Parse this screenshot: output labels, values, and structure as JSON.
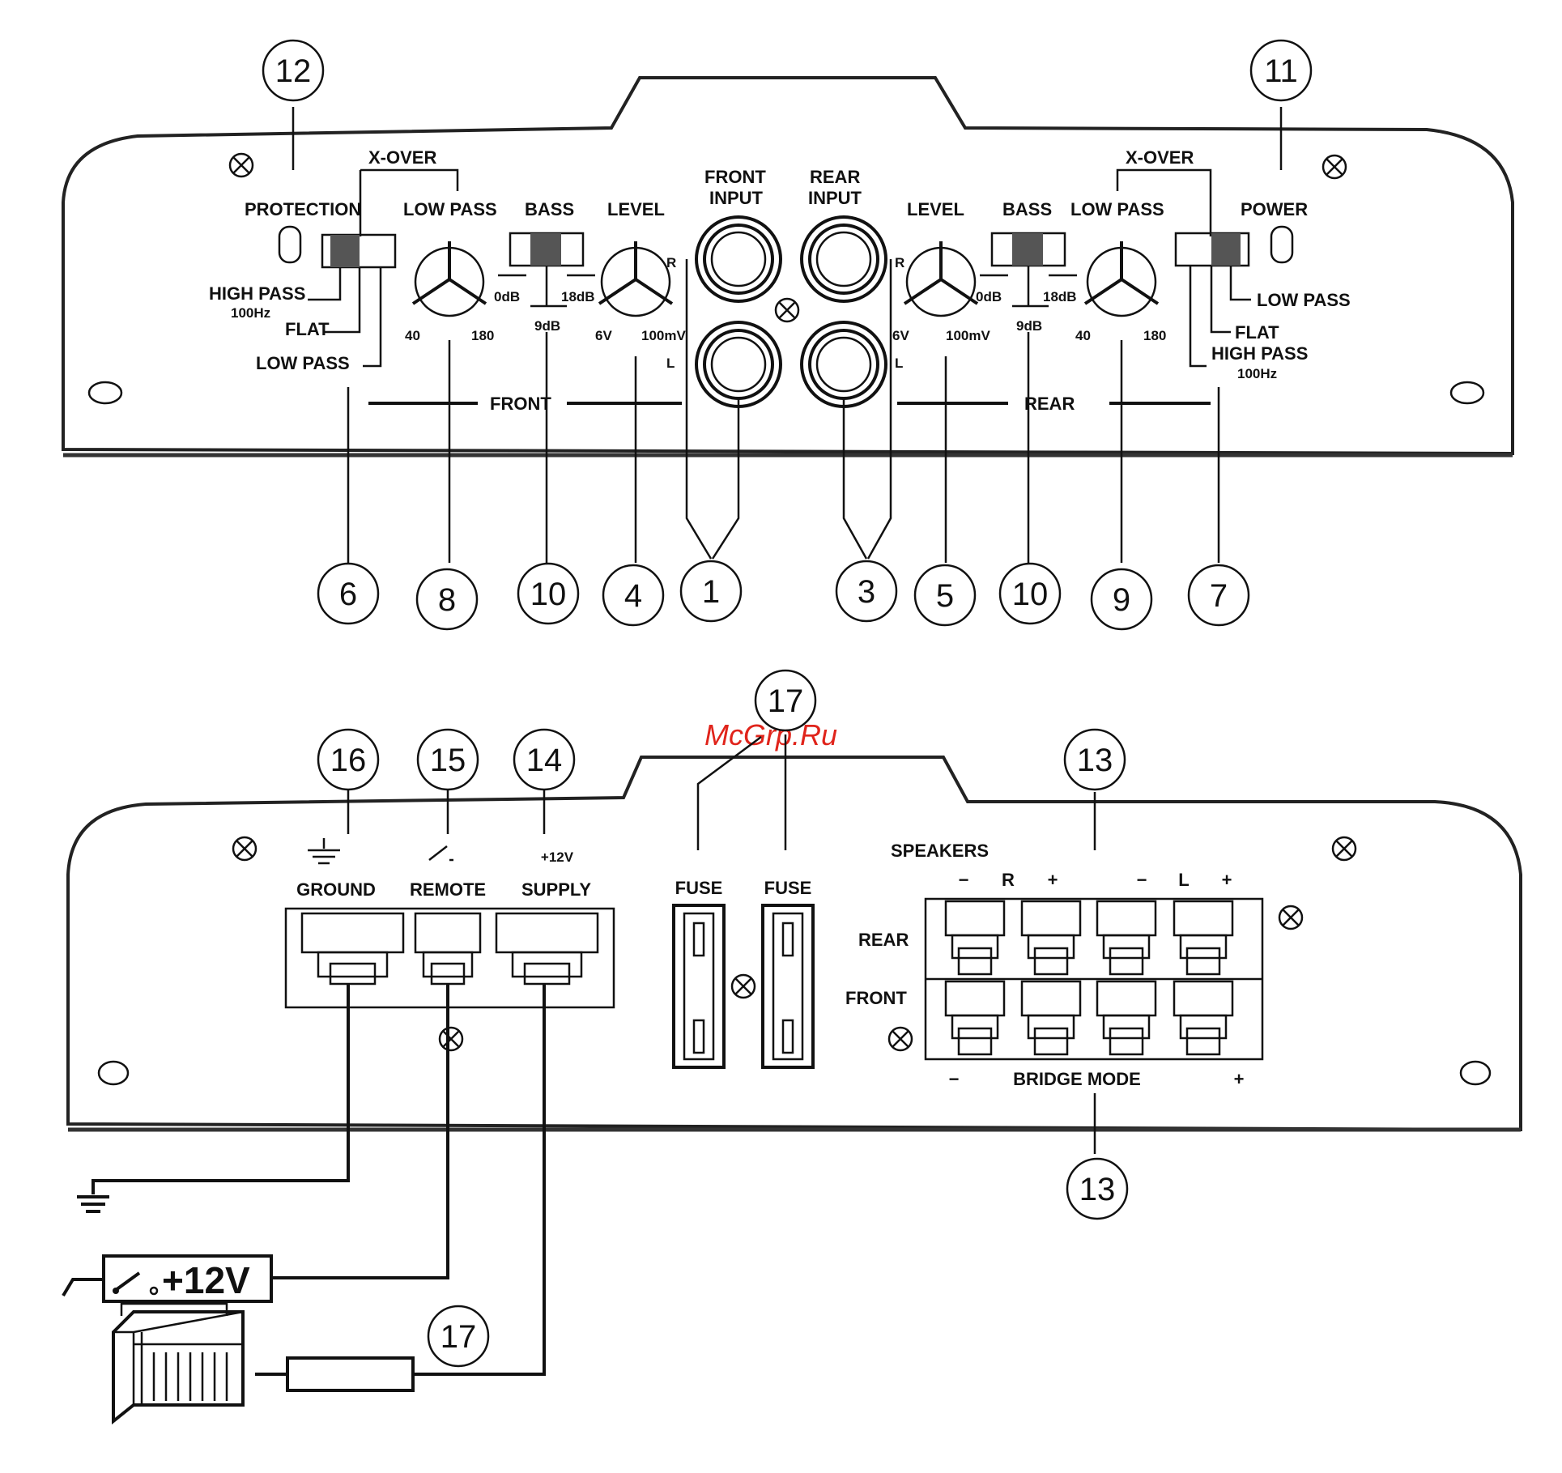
{
  "watermark": "McGrp.Ru",
  "top_panel": {
    "protection": "PROTECTION",
    "power": "POWER",
    "xover_left": "X-OVER",
    "xover_right": "X-OVER",
    "low_pass_left": "LOW PASS",
    "bass_left": "BASS",
    "level_left": "LEVEL",
    "front_input_1": "FRONT",
    "front_input_2": "INPUT",
    "rear_input_1": "REAR",
    "rear_input_2": "INPUT",
    "level_right": "LEVEL",
    "bass_right": "BASS",
    "low_pass_right": "LOW PASS",
    "high_pass_left": "HIGH PASS",
    "hz_left": "100Hz",
    "flat_left": "FLAT",
    "low_pass_sw_left": "LOW PASS",
    "low_pass_sw_right": "LOW PASS",
    "flat_right": "FLAT",
    "high_pass_right": "HIGH PASS",
    "hz_right": "100Hz",
    "freq_40_left": "40",
    "freq_180_left": "180",
    "db0_left": "0dB",
    "db18_left": "18dB",
    "db9_left": "9dB",
    "v6_left": "6V",
    "mv_left": "100mV",
    "r_left": "R",
    "l_left": "L",
    "r_right": "R",
    "l_right": "L",
    "v6_right": "6V",
    "mv_right": "100mV",
    "db0_right": "0dB",
    "db18_right": "18dB",
    "db9_right": "9dB",
    "freq_40_right": "40",
    "freq_180_right": "180",
    "front": "FRONT",
    "rear": "REAR",
    "callout_12": "12",
    "callout_11": "11",
    "callout_6": "6",
    "callout_8": "8",
    "callout_10a": "10",
    "callout_4": "4",
    "callout_1": "1",
    "callout_3": "3",
    "callout_5": "5",
    "callout_10b": "10",
    "callout_9": "9",
    "callout_7": "7"
  },
  "bottom_panel": {
    "callout_17_top": "17",
    "callout_16": "16",
    "callout_15": "15",
    "callout_14": "14",
    "callout_13_top": "13",
    "callout_13_bottom": "13",
    "callout_17_bottom": "17",
    "plus12v_small": "+12V",
    "ground": "GROUND",
    "remote": "REMOTE",
    "supply": "SUPPLY",
    "fuse_1": "FUSE",
    "fuse_2": "FUSE",
    "speakers": "SPEAKERS",
    "minus_1": "−",
    "r": "R",
    "plus_1": "+",
    "minus_2": "−",
    "l": "L",
    "plus_2": "+",
    "rear": "REAR",
    "front": "FRONT",
    "bridge_minus": "−",
    "bridge_mode": "BRIDGE MODE",
    "bridge_plus": "+",
    "switch_plus12v": "+12V"
  }
}
